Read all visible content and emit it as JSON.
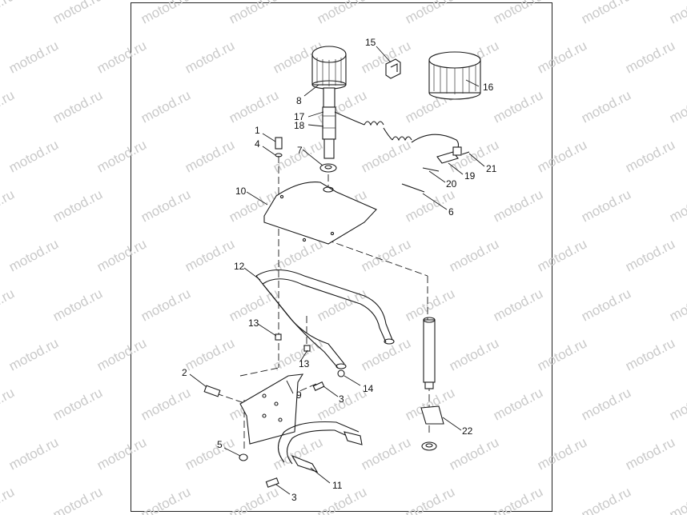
{
  "watermark": {
    "text": "motod.ru"
  },
  "callouts": {
    "c1": "1",
    "c2": "2",
    "c3a": "3",
    "c3b": "3",
    "c4": "4",
    "c5": "5",
    "c6": "6",
    "c7": "7",
    "c8": "8",
    "c9": "9",
    "c10": "10",
    "c11": "11",
    "c12": "12",
    "c13a": "13",
    "c13b": "13",
    "c14": "14",
    "c15": "15",
    "c16": "16",
    "c17": "17",
    "c18": "18",
    "c19": "19",
    "c20": "20",
    "c21": "21",
    "c22": "22"
  },
  "colors": {
    "line": "#1a1a1a",
    "watermark": "#c9c9c9",
    "frame": "#222222"
  }
}
